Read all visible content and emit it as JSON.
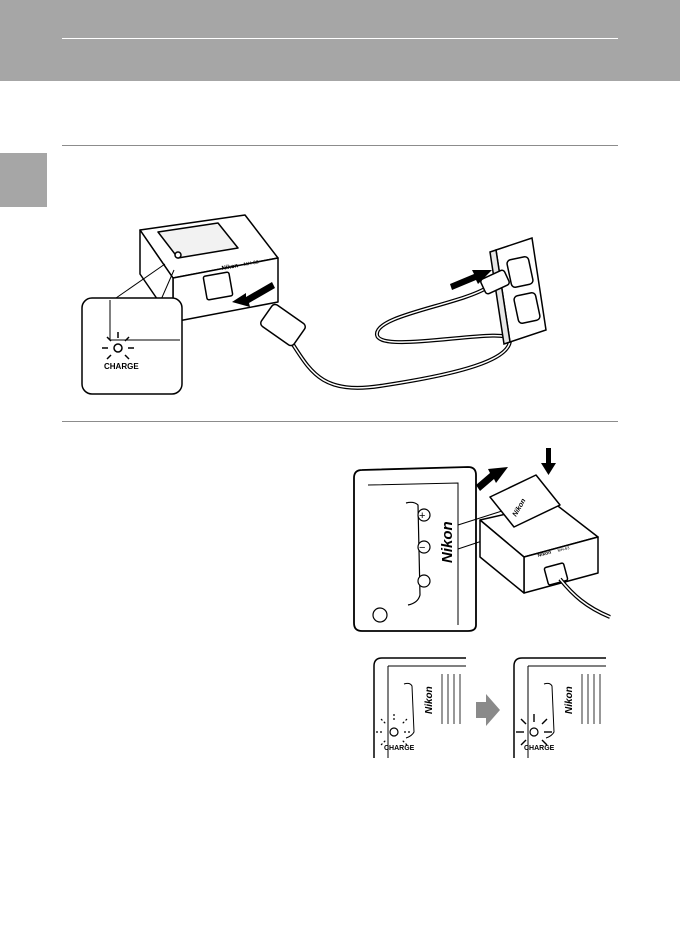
{
  "figure_charge": {
    "charger_brand": "Nikon",
    "charger_model": "MH-63",
    "led_label": "CHARGE"
  },
  "figure_insert": {
    "battery_brand": "Nikon",
    "charger_brand": "Nikon",
    "charger_model": "MH-63",
    "plus_symbol": "+",
    "minus_symbol": "−"
  },
  "figure_status": {
    "before": {
      "battery_brand": "Nikon",
      "led_label": "CHARGE"
    },
    "after": {
      "battery_brand": "Nikon",
      "led_label": "CHARGE"
    }
  }
}
